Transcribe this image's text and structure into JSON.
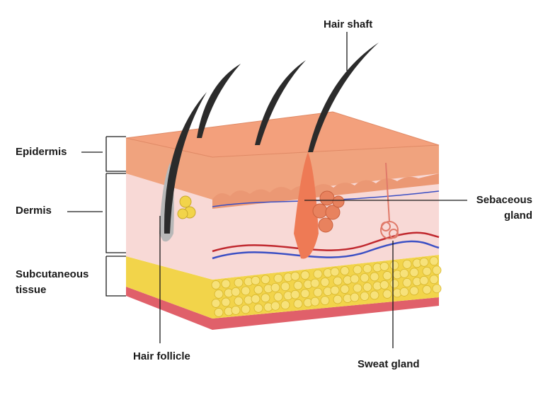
{
  "labels": {
    "hair_shaft": "Hair shaft",
    "epidermis": "Epidermis",
    "dermis": "Dermis",
    "subcutaneous_line1": "Subcutaneous",
    "subcutaneous_line2": "tissue",
    "sebaceous_line1": "Sebaceous",
    "sebaceous_line2": "gland",
    "hair_follicle": "Hair follicle",
    "sweat_gland": "Sweat gland"
  },
  "colors": {
    "epidermis": "#f0a37e",
    "dermis": "#f8d9d6",
    "fat": "#f2d44a",
    "muscle": "#e0606a",
    "hair": "#2b2b2b",
    "follicle": "#ee7a55"
  }
}
